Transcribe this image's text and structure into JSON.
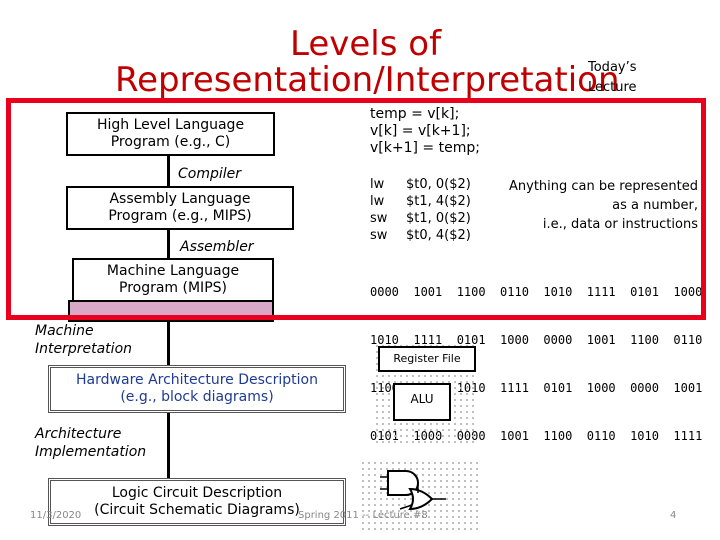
{
  "title": {
    "line1": "Levels of",
    "line2": "Representation/Interpretation"
  },
  "todays_lecture": {
    "line1": "Today’s",
    "line2": "Lecture"
  },
  "boxes": {
    "hll": {
      "line1": "High Level Language",
      "line2": "Program (e.g., C)"
    },
    "compiler": "Compiler",
    "asm": {
      "line1": "Assembly  Language",
      "line2": "Program (e.g., MIPS)"
    },
    "assembler": "Assembler",
    "machine": {
      "line1": "Machine  Language",
      "line2": "Program (MIPS)"
    },
    "machine_interp": {
      "line1": "Machine",
      "line2": "Interpretation"
    },
    "hw_arch": {
      "line1": "Hardware Architecture Description",
      "line2": "(e.g., block diagrams)"
    },
    "arch_impl": {
      "line1": "Architecture",
      "line2": "Implementation"
    },
    "logic": {
      "line1": "Logic Circuit Description",
      "line2": "(Circuit Schematic Diagrams)"
    }
  },
  "c_code": [
    "temp = v[k];",
    "v[k] = v[k+1];",
    "v[k+1] = temp;"
  ],
  "asm_code": [
    {
      "op": "lw",
      "args": "$t0, 0($2)"
    },
    {
      "op": "lw",
      "args": "$t1, 4($2)"
    },
    {
      "op": "sw",
      "args": "$t1, 0($2)"
    },
    {
      "op": "sw",
      "args": "$t0, 4($2)"
    }
  ],
  "binary": [
    "0000  1001  1100  0110  1010  1111  0101  1000",
    "1010  1111  0101  1000  0000  1001  1100  0110",
    "1100  0110  1010  1111  0101  1000  0000  1001",
    "0101  1000  0000  1001  1100  0110  1010  1111"
  ],
  "anything": {
    "line1": "Anything can be represented",
    "line2": "as a number,",
    "line3": "i.e., data or instructions"
  },
  "block_diagram": {
    "register_file": "Register File",
    "alu": "ALU"
  },
  "footer": {
    "date": "11/3/2020",
    "course": "Spring 2011 -- Lecture #8",
    "page": "4"
  },
  "colors": {
    "title": "#c00000",
    "highlight": "#e8001c",
    "box_fill": "#d9a8c8"
  }
}
